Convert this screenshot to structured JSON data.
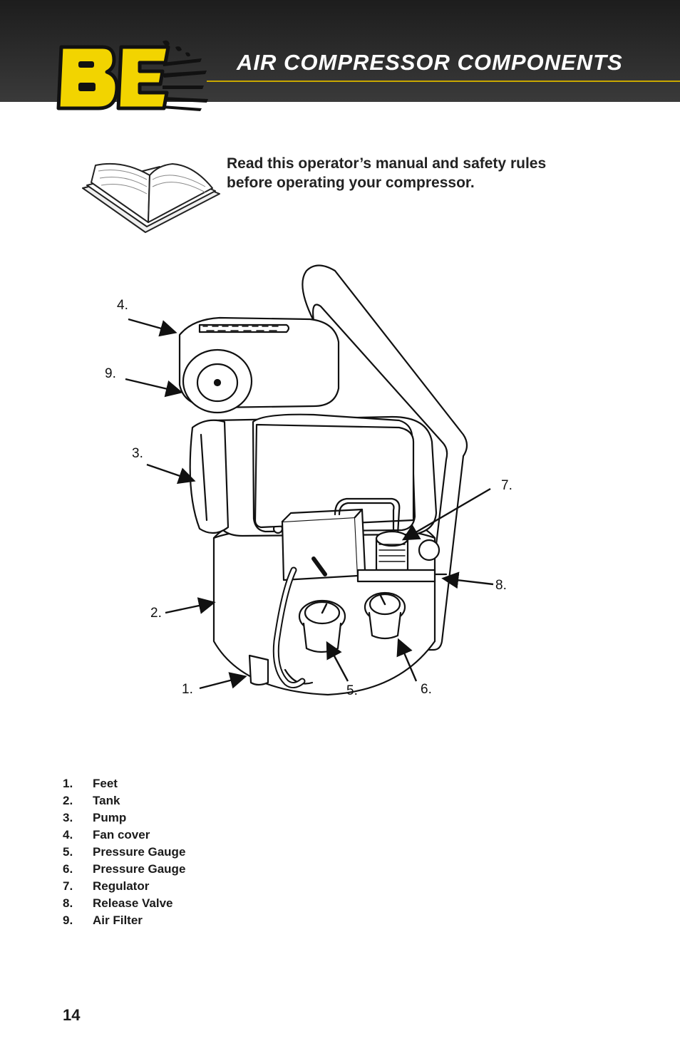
{
  "header": {
    "title": "AIR COMPRESSOR COMPONENTS",
    "logo_text": "BE"
  },
  "intro": {
    "line1": "Read this operator’s manual and safety rules",
    "line2": "before operating your compressor."
  },
  "callouts": [
    "1.",
    "2.",
    "3.",
    "4.",
    "5.",
    "6.",
    "7.",
    "8.",
    "9."
  ],
  "parts": [
    {
      "num": "1.",
      "label": "Feet"
    },
    {
      "num": "2.",
      "label": "Tank"
    },
    {
      "num": "3.",
      "label": "Pump"
    },
    {
      "num": "4.",
      "label": "Fan cover"
    },
    {
      "num": "5.",
      "label": "Pressure Gauge"
    },
    {
      "num": "6.",
      "label": "Pressure Gauge"
    },
    {
      "num": "7.",
      "label": "Regulator"
    },
    {
      "num": "8.",
      "label": "Release Valve"
    },
    {
      "num": "9.",
      "label": "Air Filter"
    }
  ],
  "page_number": "14",
  "colors": {
    "header_bg": "#2a2a2a",
    "accent": "#f2d400",
    "rule": "#c9a800"
  }
}
